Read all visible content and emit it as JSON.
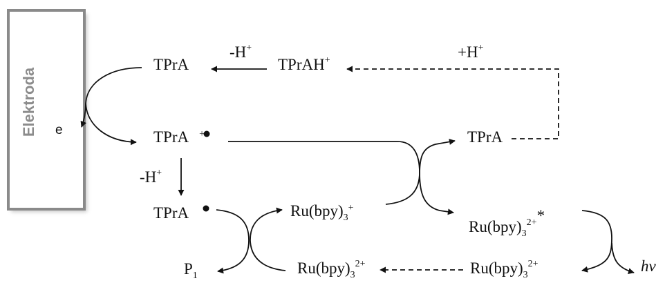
{
  "electrode": {
    "label": "Elektroda",
    "electron": "e"
  },
  "species": {
    "tpra_top": "TPrA",
    "tprah": {
      "base": "TPrAH",
      "sup": "+"
    },
    "tpra_cation": {
      "base": "TPrA",
      "sup": "+"
    },
    "tpra_right": "TPrA",
    "tpra_radical": "TPrA",
    "ru_plus": {
      "base": "Ru(bpy)",
      "sub": "3",
      "sup": "+"
    },
    "ru_excited": {
      "base": "Ru(bpy)",
      "sub": "3",
      "sup": "2+",
      "star": "*"
    },
    "ru_ground_mid": {
      "base": "Ru(bpy)",
      "sub": "3",
      "sup": "2+"
    },
    "ru_ground_right": {
      "base": "Ru(bpy)",
      "sub": "3",
      "sup": "2+"
    },
    "p1": {
      "base": "P",
      "sub": "1"
    },
    "hv": "hν"
  },
  "arrow_labels": {
    "minus_h_top": {
      "base": "-H",
      "sup": "+"
    },
    "plus_h": {
      "base": "+H",
      "sup": "+"
    },
    "minus_h_left": {
      "base": "-H",
      "sup": "+"
    }
  }
}
